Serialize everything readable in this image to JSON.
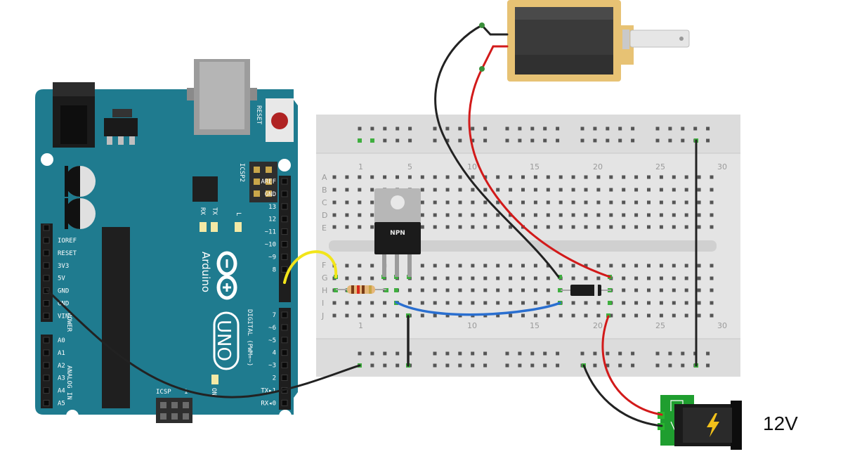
{
  "arduino": {
    "brand": "Arduino",
    "model": "UNO",
    "reset_label": "RESET",
    "icsp2_label": "ICSP2",
    "icsp_label": "ICSP",
    "icsp_pin1": "1",
    "tx_label": "TX",
    "rx_label": "RX",
    "l_label": "L",
    "on_label": "ON",
    "digital_label": "DIGITAL (PWM=~)",
    "analog_label": "ANALOG IN",
    "power_label": "POWER",
    "digital_pins": [
      "AREF",
      "GND",
      "13",
      "12",
      "~11",
      "~10",
      "~9",
      "8",
      "7",
      "~6",
      "~5",
      "4",
      "~3",
      "2",
      "TX▸1",
      "RX◂0"
    ],
    "power_pins": [
      "IOREF",
      "RESET",
      "3V3",
      "5V",
      "GND",
      "GND",
      "VIN"
    ],
    "analog_pins": [
      "A0",
      "A1",
      "A2",
      "A3",
      "A4",
      "A5"
    ]
  },
  "breadboard": {
    "column_numbers": [
      "1",
      "5",
      "10",
      "15",
      "20",
      "25",
      "30"
    ],
    "row_letters_top": [
      "A",
      "B",
      "C",
      "D",
      "E"
    ],
    "row_letters_bottom": [
      "F",
      "G",
      "H",
      "I",
      "J"
    ]
  },
  "transistor": {
    "label": "NPN"
  },
  "power_jack": {
    "label": "12V"
  },
  "colors": {
    "board": "#1f7b8f",
    "breadboard": "#e4e4e4",
    "wire_black": "#222222",
    "wire_red": "#d21a1a",
    "wire_yellow": "#f2e51a",
    "wire_blue": "#2a6fd0",
    "solenoid": "#e7c274",
    "jack_pcb": "#1f9e2f"
  }
}
